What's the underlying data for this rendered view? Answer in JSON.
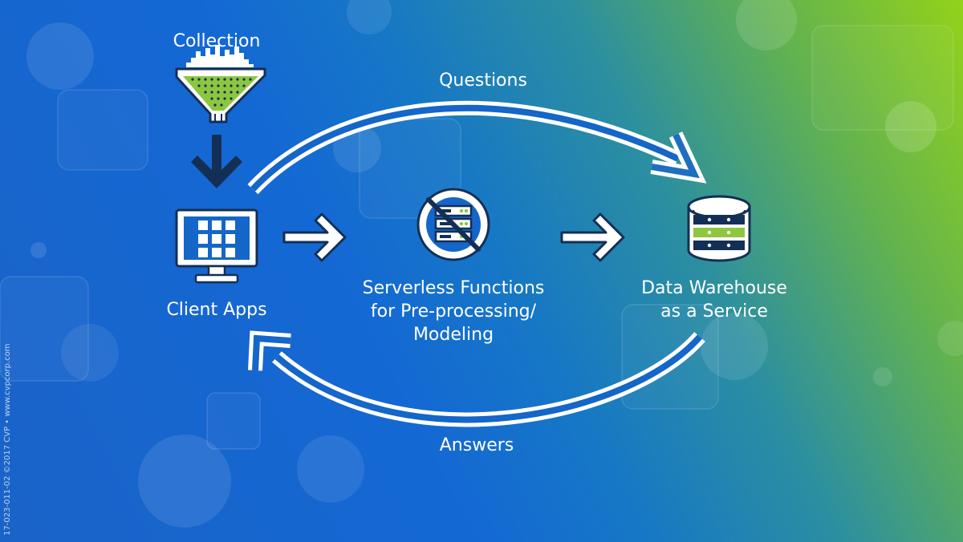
{
  "diagram": {
    "labels": {
      "collection": "Collection",
      "questions": "Questions",
      "client_apps": "Client Apps",
      "serverless_line1": "Serverless Functions",
      "serverless_line2": "for Pre-processing/",
      "serverless_line3": "Modeling",
      "warehouse_line1": "Data Warehouse",
      "warehouse_line2": "as a Service",
      "answers": "Answers"
    },
    "icons": {
      "collection": "funnel-icon",
      "client_apps": "monitor-grid-icon",
      "serverless": "no-server-icon",
      "warehouse": "database-icon"
    },
    "colors": {
      "background_start": "#1a63c8",
      "background_mid": "#1677c6",
      "background_end": "#93d21a",
      "accent_green": "#8dc63f",
      "icon_dark": "#142f55",
      "icon_white": "#ffffff",
      "text": "#ffffff"
    }
  },
  "footer": {
    "credit": "17-023-011-02 ©2017 CVP • www.cvpcorp.com"
  }
}
